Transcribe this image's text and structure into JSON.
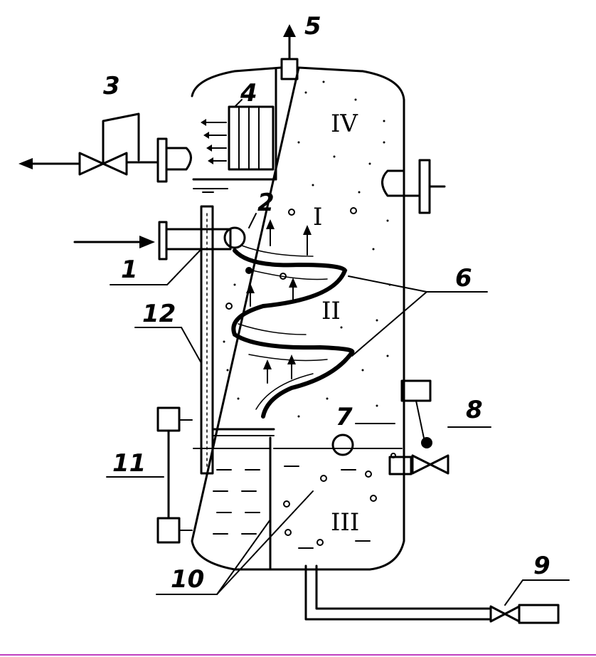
{
  "labels": {
    "l1": "1",
    "l2": "2",
    "l3": "3",
    "l4": "4",
    "l5": "5",
    "l6": "6",
    "l7": "7",
    "l8": "8",
    "l9": "9",
    "l10": "10",
    "l11": "11",
    "l12": "12"
  },
  "zones": {
    "z1": "I",
    "z2": "II",
    "z3": "III",
    "z4": "IV"
  },
  "colors": {
    "ink": "#000000",
    "paper": "#ffffff",
    "edge": "#c040c0"
  }
}
